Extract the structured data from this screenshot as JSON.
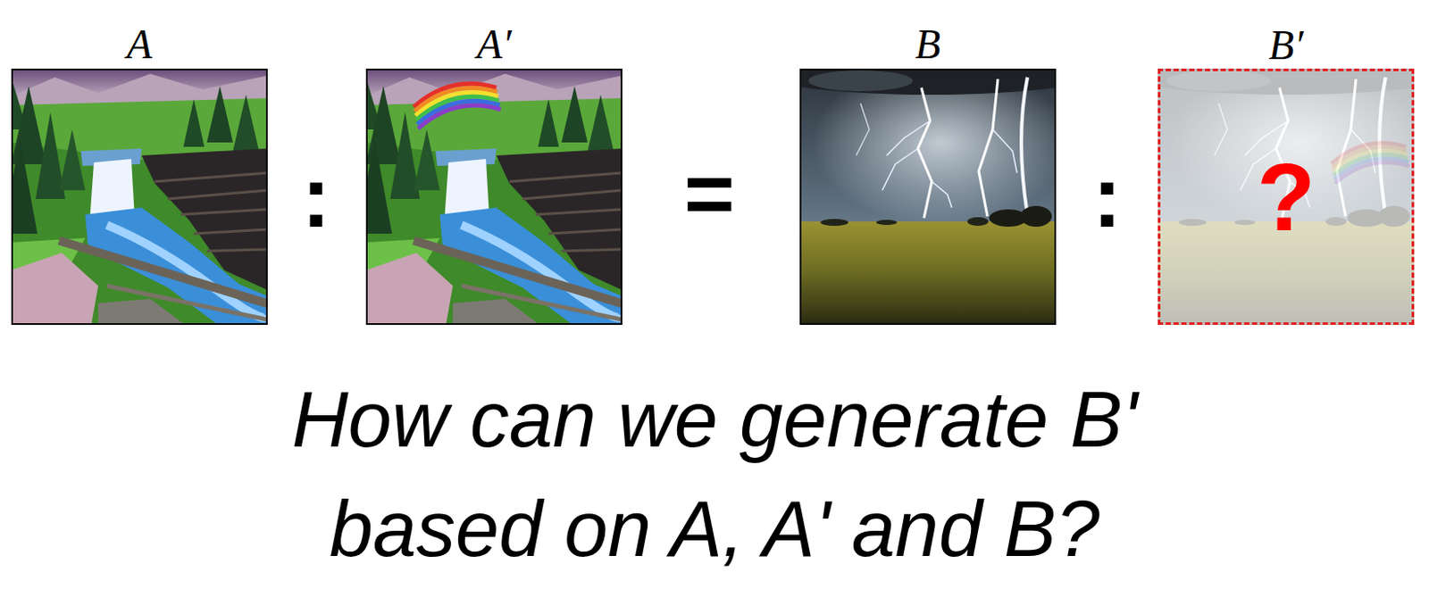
{
  "diagram": {
    "caption": "How can we generate B' based on A, A' and B?",
    "nodes": [
      {
        "text": [
          "A"
        ]
      },
      {
        "text": [
          "A′"
        ]
      },
      {
        "text": [
          "B"
        ]
      },
      {
        "text": [
          "B′",
          "?"
        ]
      }
    ],
    "labels": [
      ":",
      "=",
      ":"
    ]
  }
}
